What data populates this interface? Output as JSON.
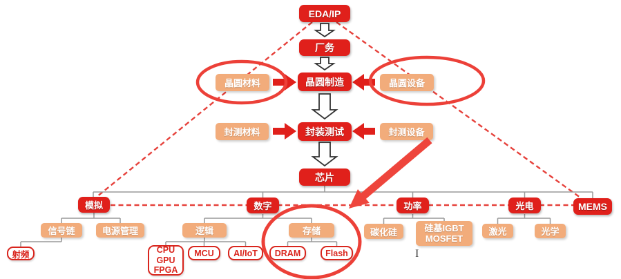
{
  "colors": {
    "node_red": "#e0201b",
    "node_peach": "#f2ac7b",
    "outline_red": "#d9251d",
    "annotation_red": "#ec4038",
    "dashed_red": "#e6413b",
    "connector_gray": "#999999"
  },
  "supply_chain": {
    "eda": "EDA/IP",
    "factory": "厂务",
    "wafer_fab": "晶圆制造",
    "wafer_material": "晶圆材料",
    "wafer_equipment": "晶圆设备",
    "packaging_test": "封装测试",
    "packaging_material": "封测材料",
    "packaging_equipment": "封测设备",
    "chip": "芯片"
  },
  "chip_categories": {
    "analog": "模拟",
    "digital": "数字",
    "power": "功率",
    "opto": "光电",
    "mems": "MEMS"
  },
  "subcategories": {
    "signal_chain": "信号链",
    "power_management": "电源管理",
    "rf": "射频",
    "logic": "逻辑",
    "storage": "存储",
    "cpu_gpu_fpga": "CPU\nGPU\nFPGA",
    "mcu": "MCU",
    "ai_iot": "AI/IoT",
    "dram": "DRAM",
    "flash": "Flash",
    "sic": "碳化硅",
    "si_igbt_mosfet": "硅基IGBT\nMOSFET",
    "laser": "激光",
    "optics": "光学"
  },
  "artifacts": {
    "text_cursor": "I"
  }
}
